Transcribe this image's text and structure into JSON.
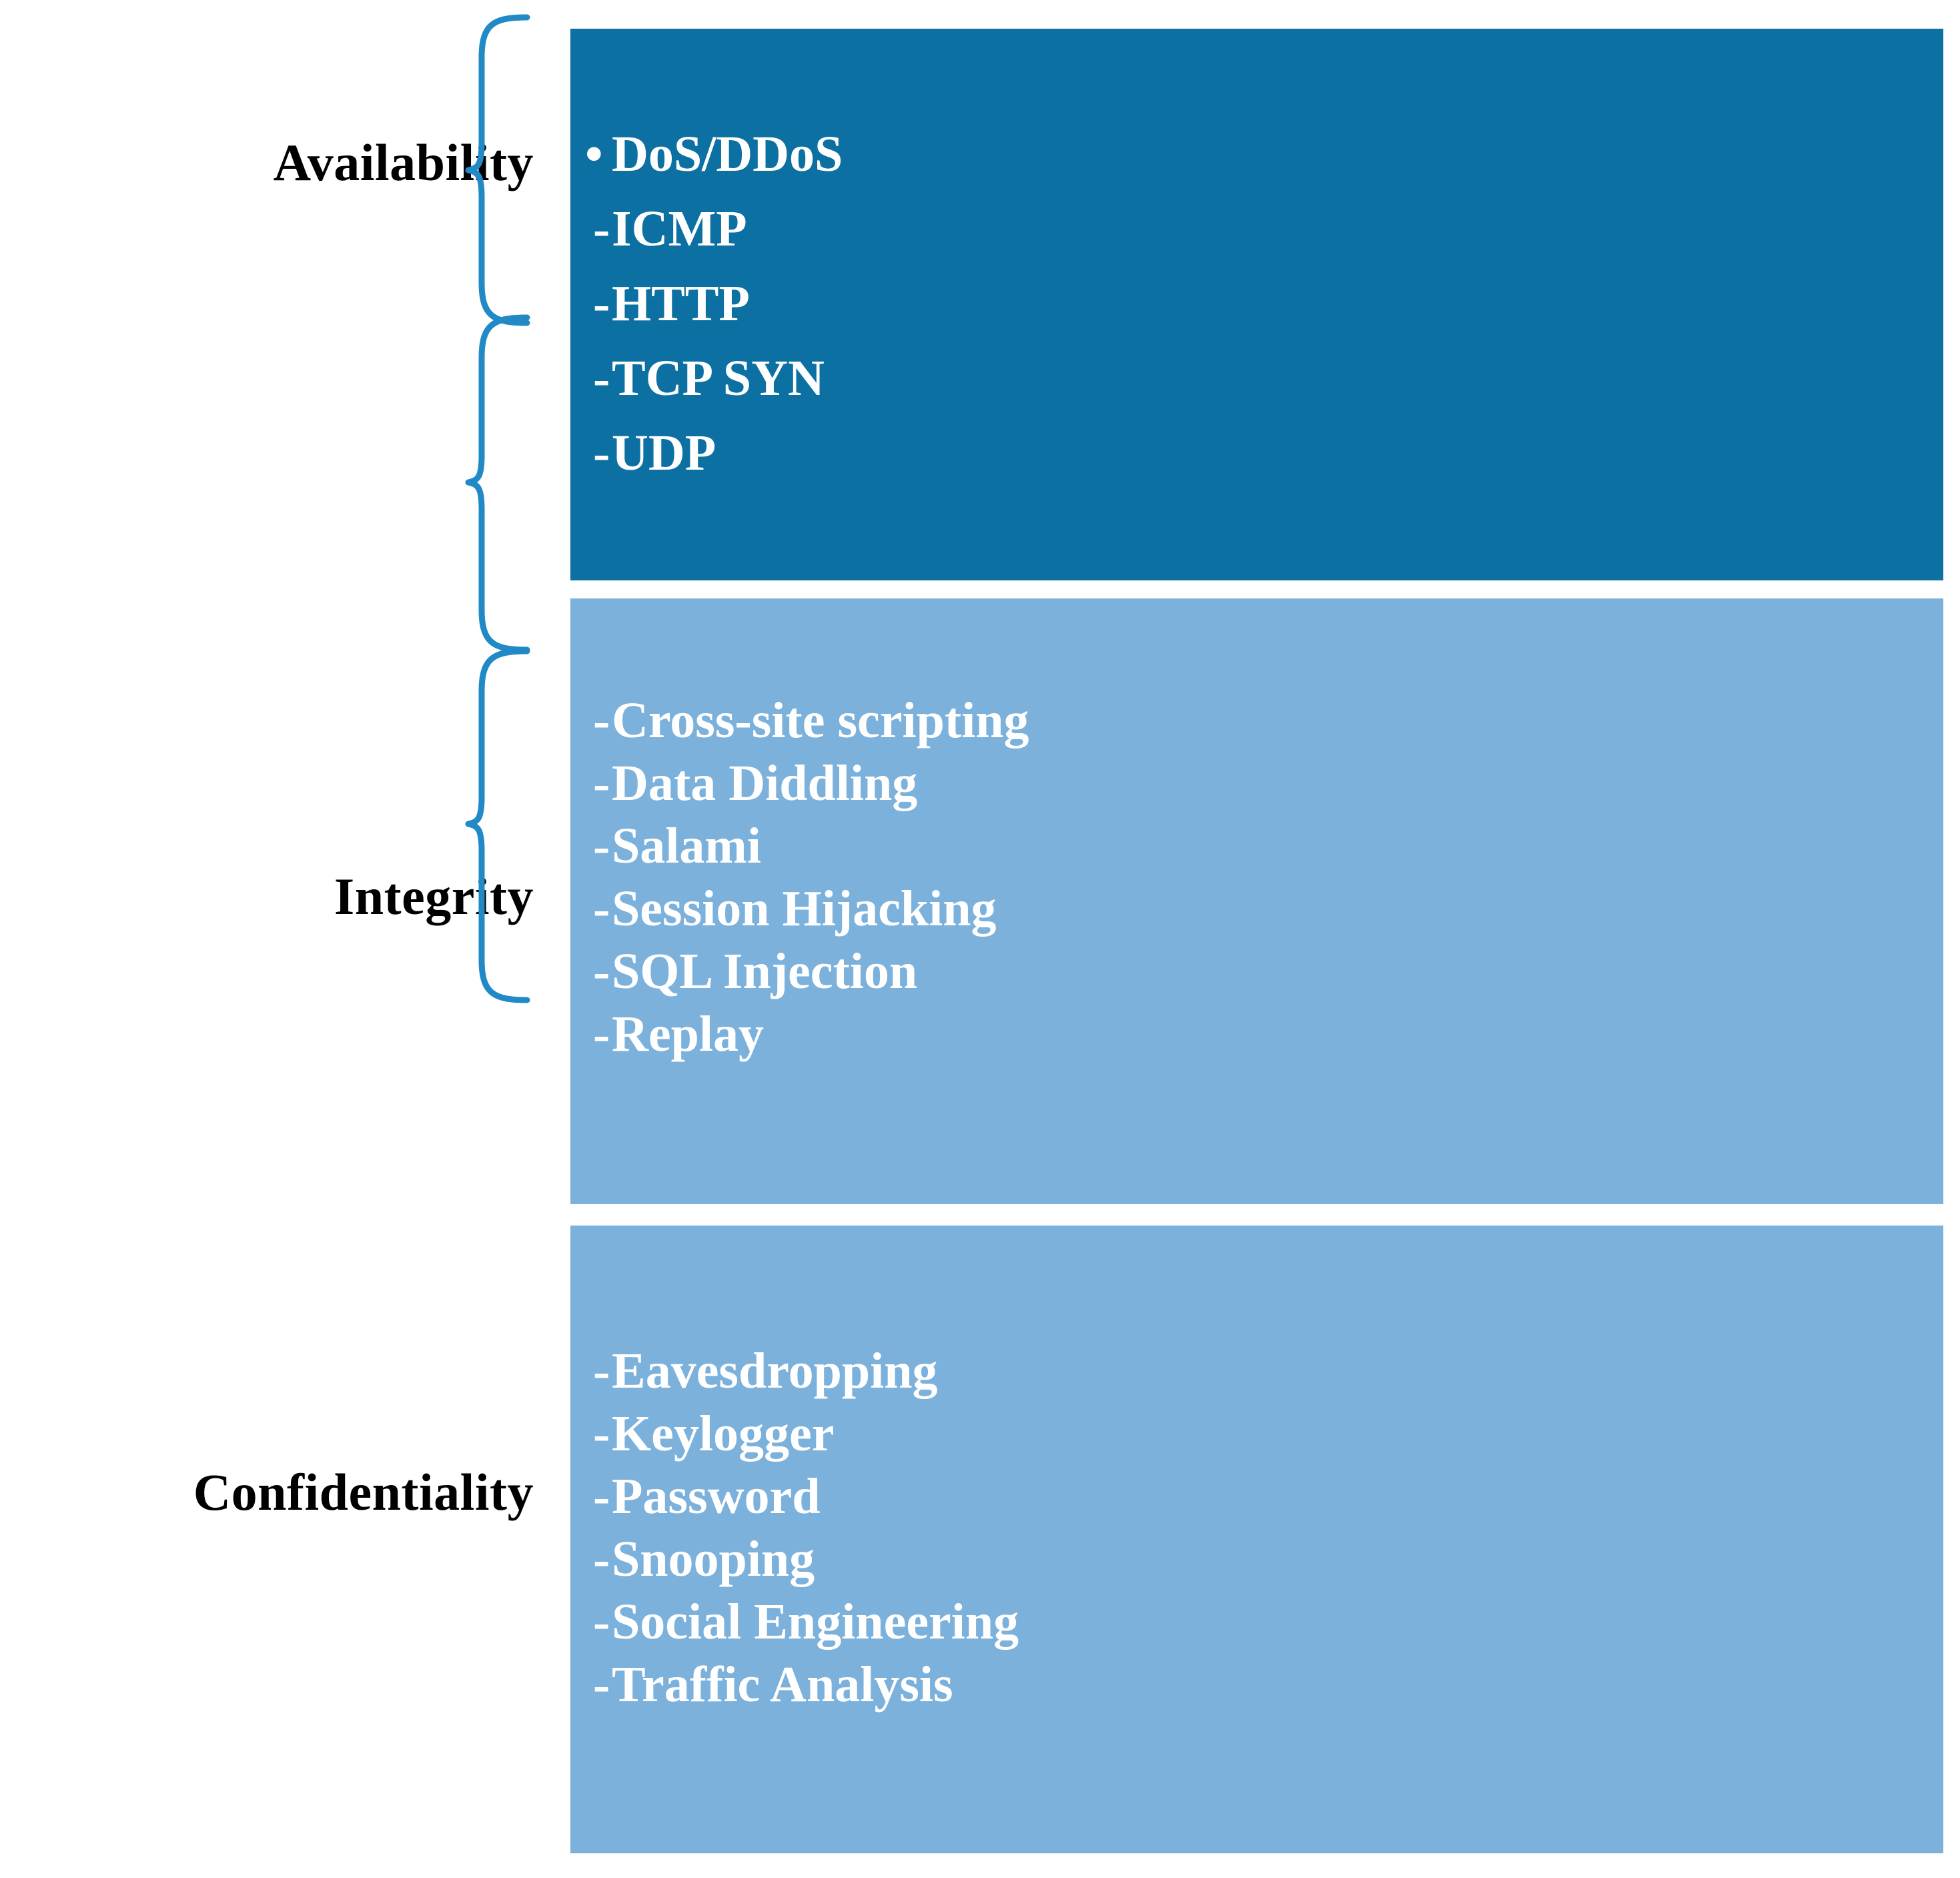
{
  "diagram": {
    "title_absent": true,
    "colors": {
      "box_primary": "#0D70A2",
      "box_secondary": "#7CB1DC",
      "brace": "#2189C6",
      "item_text": "#FFFFFF",
      "label_text": "#000000",
      "background": "#FFFFFF"
    },
    "categories": [
      {
        "label": "Availability",
        "box_color": "#0D70A2",
        "items": [
          {
            "marker": "•",
            "text": "DoS/DDoS"
          },
          {
            "marker": "-",
            "text": "ICMP"
          },
          {
            "marker": "-",
            "text": "HTTP"
          },
          {
            "marker": "-",
            "text": "TCP SYN"
          },
          {
            "marker": "-",
            "text": "UDP"
          }
        ]
      },
      {
        "label": "Integrity",
        "box_color": "#7CB1DC",
        "items": [
          {
            "marker": "-",
            "text": "Cross-site scripting"
          },
          {
            "marker": "-",
            "text": "Data Diddling"
          },
          {
            "marker": "-",
            "text": "Salami"
          },
          {
            "marker": "-",
            "text": "Session Hijacking"
          },
          {
            "marker": "-",
            "text": "SQL Injection"
          },
          {
            "marker": "-",
            "text": "Replay"
          }
        ]
      },
      {
        "label": "Confidentiality",
        "box_color": "#7CB1DC",
        "items": [
          {
            "marker": "-",
            "text": "Eavesdropping"
          },
          {
            "marker": "-",
            "text": "Keylogger"
          },
          {
            "marker": "-",
            "text": "Password"
          },
          {
            "marker": "-",
            "text": "Snooping"
          },
          {
            "marker": "-",
            "text": "Social Engineering"
          },
          {
            "marker": "-",
            "text": "Traffic Analysis"
          }
        ]
      }
    ]
  }
}
